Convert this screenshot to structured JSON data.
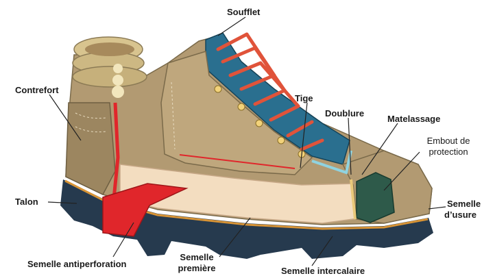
{
  "labels": {
    "soufflet": "Soufflet",
    "contrefort": "Contrefort",
    "tige": "Tige",
    "doublure": "Doublure",
    "matelassage": "Matelassage",
    "embout_line1": "Embout de",
    "embout_line2": "protection",
    "talon": "Talon",
    "semelle_usure_line1": "Semelle",
    "semelle_usure_line2": "d’usure",
    "semelle_antiperforation": "Semelle antiperforation",
    "semelle_premiere_line1": "Semelle",
    "semelle_premiere_line2": "première",
    "semelle_intercalaire": "Semelle intercalaire"
  },
  "colors": {
    "leather": "#b29a72",
    "leather_light": "#d2bf98",
    "sole_dark": "#263a4e",
    "lining_inner": "#f3ddc0",
    "steel_cap": "#2e5a4a",
    "tongue_blue": "#2a6f8f",
    "lace_red": "#e0533a",
    "antiperf_red": "#e0262b",
    "collar": "#d8c48f"
  }
}
